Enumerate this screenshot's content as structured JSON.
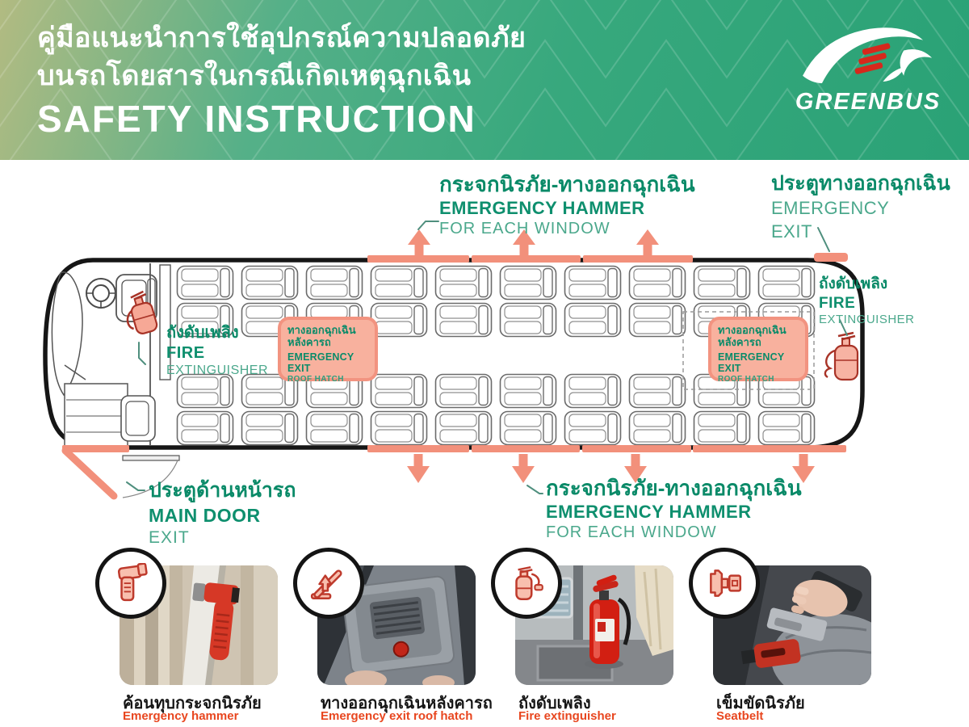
{
  "header": {
    "title_th_line1": "คู่มือแนะนำการใช้อุปกรณ์ความปลอดภัย",
    "title_th_line2": "บนรถโดยสารในกรณีเกิดเหตุฉุกเฉิน",
    "title_en": "SAFETY INSTRUCTION",
    "brand": "GREENBUS"
  },
  "diagram": {
    "labels": {
      "emergency_hammer": {
        "th": "กระจกนิรภัย-ทางออกฉุกเฉิน",
        "en_bold": "EMERGENCY HAMMER",
        "en_light": "FOR EACH WINDOW"
      },
      "emergency_exit_door": {
        "th": "ประตูทางออกฉุกเฉิน",
        "en_line1": "EMERGENCY",
        "en_line2": "EXIT"
      },
      "fire_extinguisher": {
        "th": "ถังดับเพลิง",
        "en_bold": "FIRE",
        "en_light": "EXTINGUISHER"
      },
      "roof_hatch": {
        "th_line1": "ทางออกฉุกเฉิน",
        "th_line2": "หลังคารถ",
        "en_bold": "EMERGENCY EXIT",
        "en_light": "ROOF HATCH"
      },
      "main_door": {
        "th": "ประตูด้านหน้ารถ",
        "en_bold": "MAIN DOOR",
        "en_light": "EXIT"
      }
    },
    "seats": {
      "top_columns": 10,
      "bottom_columns": 10,
      "rows_per_side": 2
    }
  },
  "callouts": [
    {
      "icon": "hammer-icon",
      "caption_th": "ค้อนทุบกระจกนิรภัย",
      "caption_en": "Emergency hammer"
    },
    {
      "icon": "roof-hatch-icon",
      "caption_th": "ทางออกฉุกเฉินหลังคารถ",
      "caption_en": "Emergency exit roof hatch"
    },
    {
      "icon": "fire-extinguisher-icon",
      "caption_th": "ถังดับเพลิง",
      "caption_en": "Fire extinguisher"
    },
    {
      "icon": "seatbelt-icon",
      "caption_th": "เข็มขัดนิรภัย",
      "caption_en": "Seatbelt"
    }
  ],
  "colors": {
    "accent_salmon": "#F2907B",
    "green_dark": "#0A8A68",
    "green_light": "#4BA88C",
    "brand_green": "#35A87C",
    "caption_red": "#E8461F",
    "logo_red": "#D6281C"
  }
}
